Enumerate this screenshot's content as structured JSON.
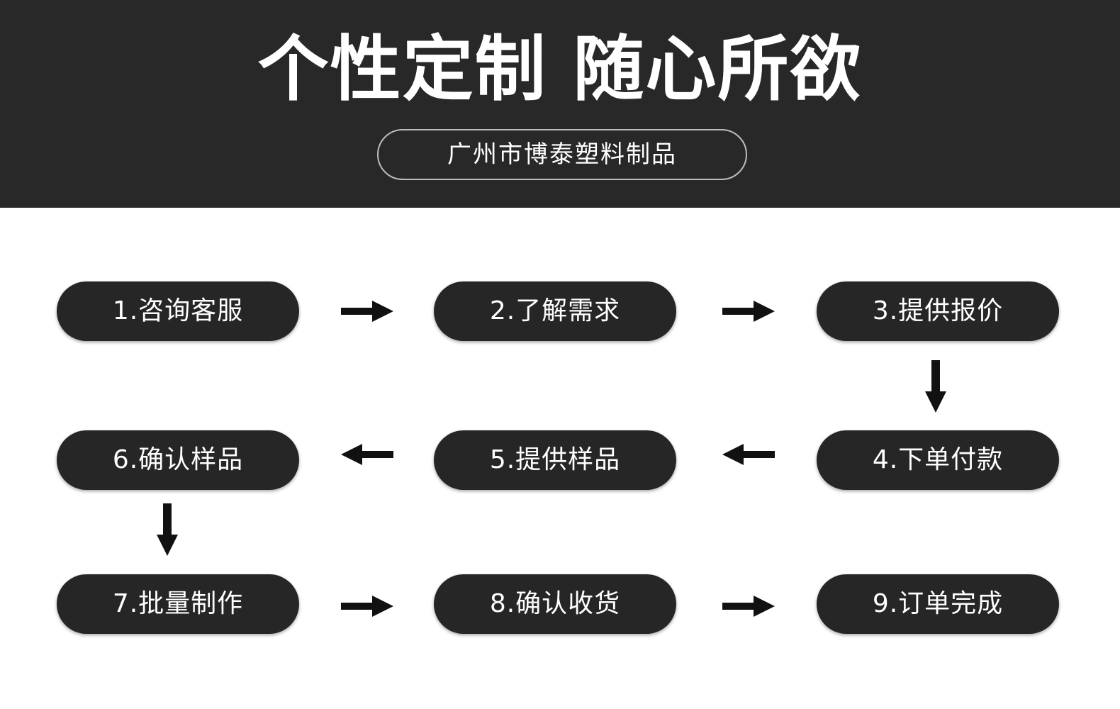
{
  "header": {
    "title": "个性定制 随心所欲",
    "company": "广州市博泰塑料制品"
  },
  "colors": {
    "header_bg": "#282828",
    "step_bg": "#262626",
    "arrow": "#111111",
    "text": "#ffffff"
  },
  "flow": {
    "steps": [
      {
        "label": "1.咨询客服"
      },
      {
        "label": "2.了解需求"
      },
      {
        "label": "3.提供报价"
      },
      {
        "label": "4.下单付款"
      },
      {
        "label": "5.提供样品"
      },
      {
        "label": "6.确认样品"
      },
      {
        "label": "7.批量制作"
      },
      {
        "label": "8.确认收货"
      },
      {
        "label": "9.订单完成"
      }
    ],
    "arrows": [
      {
        "from": 1,
        "to": 2,
        "direction": "right"
      },
      {
        "from": 2,
        "to": 3,
        "direction": "right"
      },
      {
        "from": 3,
        "to": 4,
        "direction": "down"
      },
      {
        "from": 4,
        "to": 5,
        "direction": "left"
      },
      {
        "from": 5,
        "to": 6,
        "direction": "left"
      },
      {
        "from": 6,
        "to": 7,
        "direction": "down"
      },
      {
        "from": 7,
        "to": 8,
        "direction": "right"
      },
      {
        "from": 8,
        "to": 9,
        "direction": "right"
      }
    ]
  }
}
